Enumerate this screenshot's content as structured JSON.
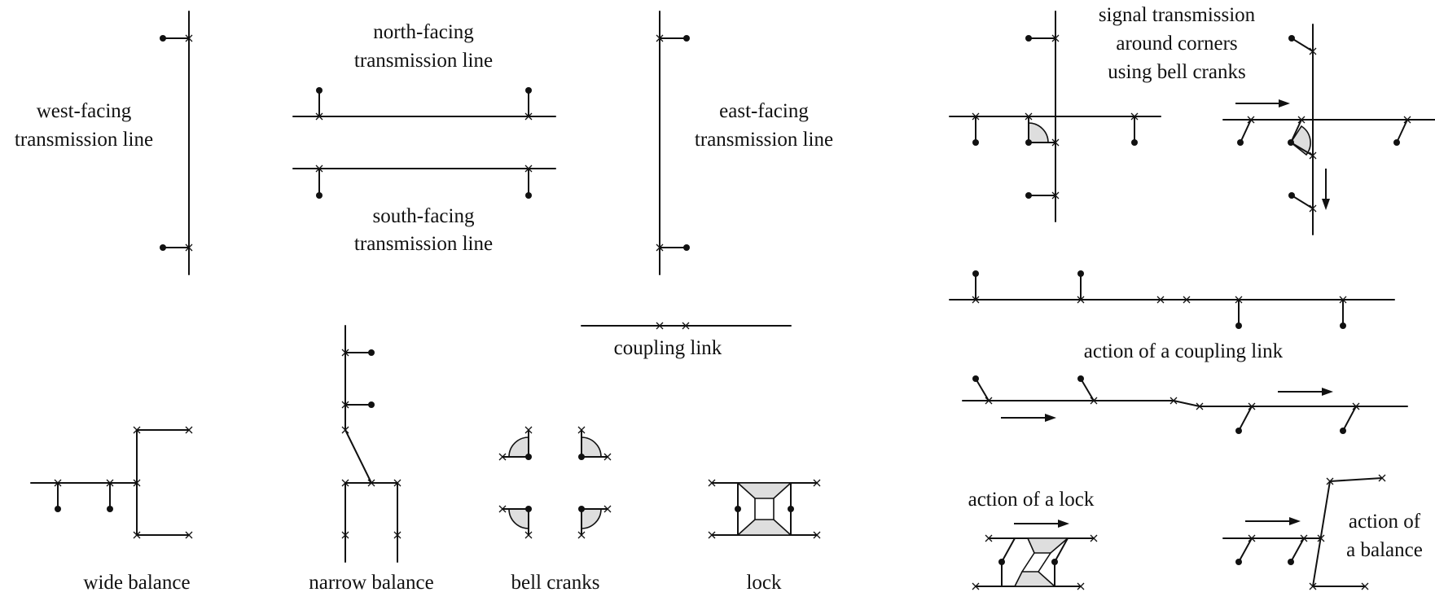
{
  "labels": {
    "west_facing": [
      "west-facing",
      "transmission line"
    ],
    "north_facing": [
      "north-facing",
      "transmission line"
    ],
    "south_facing": [
      "south-facing",
      "transmission line"
    ],
    "east_facing": [
      "east-facing",
      "transmission line"
    ],
    "corners": [
      "signal transmission",
      "around corners",
      "using bell cranks"
    ],
    "coupling_link": "coupling link",
    "action_coupling": "action of a coupling link",
    "wide_balance": "wide balance",
    "narrow_balance": "narrow balance",
    "bell_cranks": "bell cranks",
    "lock": "lock",
    "action_lock": "action of a lock",
    "action_balance": [
      "action of",
      "a balance"
    ]
  },
  "colors": {
    "ink": "#111111",
    "shade": "#dedede",
    "background": "#ffffff"
  }
}
